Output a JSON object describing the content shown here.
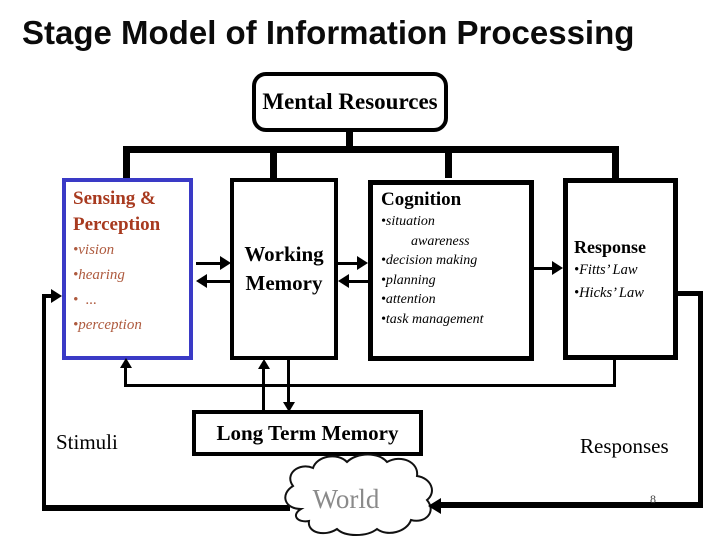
{
  "slide": {
    "title": "Stage Model of Information Processing",
    "page_number": "8"
  },
  "mental_resources": {
    "label": "Mental Resources"
  },
  "sensing": {
    "heading": "Sensing & Perception",
    "items": [
      "•vision",
      "•hearing",
      "•  ...",
      "•perception"
    ]
  },
  "working_memory": {
    "label": "Working Memory"
  },
  "cognition": {
    "heading": "Cognition",
    "lines": [
      "•situation",
      "awareness",
      "•decision making",
      "•planning",
      "•attention",
      "•task management"
    ]
  },
  "response": {
    "heading": "Response",
    "items": [
      "•Fitts’ Law",
      "•Hicks’ Law"
    ]
  },
  "long_term_memory": {
    "label": "Long Term Memory"
  },
  "labels": {
    "stimuli": "Stimuli",
    "responses": "Responses",
    "world": "World"
  },
  "colors": {
    "sensing_border_blue": "#3a3ac6",
    "sensing_heading_red": "#a83a1f",
    "sensing_item_red": "#ae5a3e",
    "world_gray": "#8a8a8a",
    "connector_black": "#000000"
  }
}
